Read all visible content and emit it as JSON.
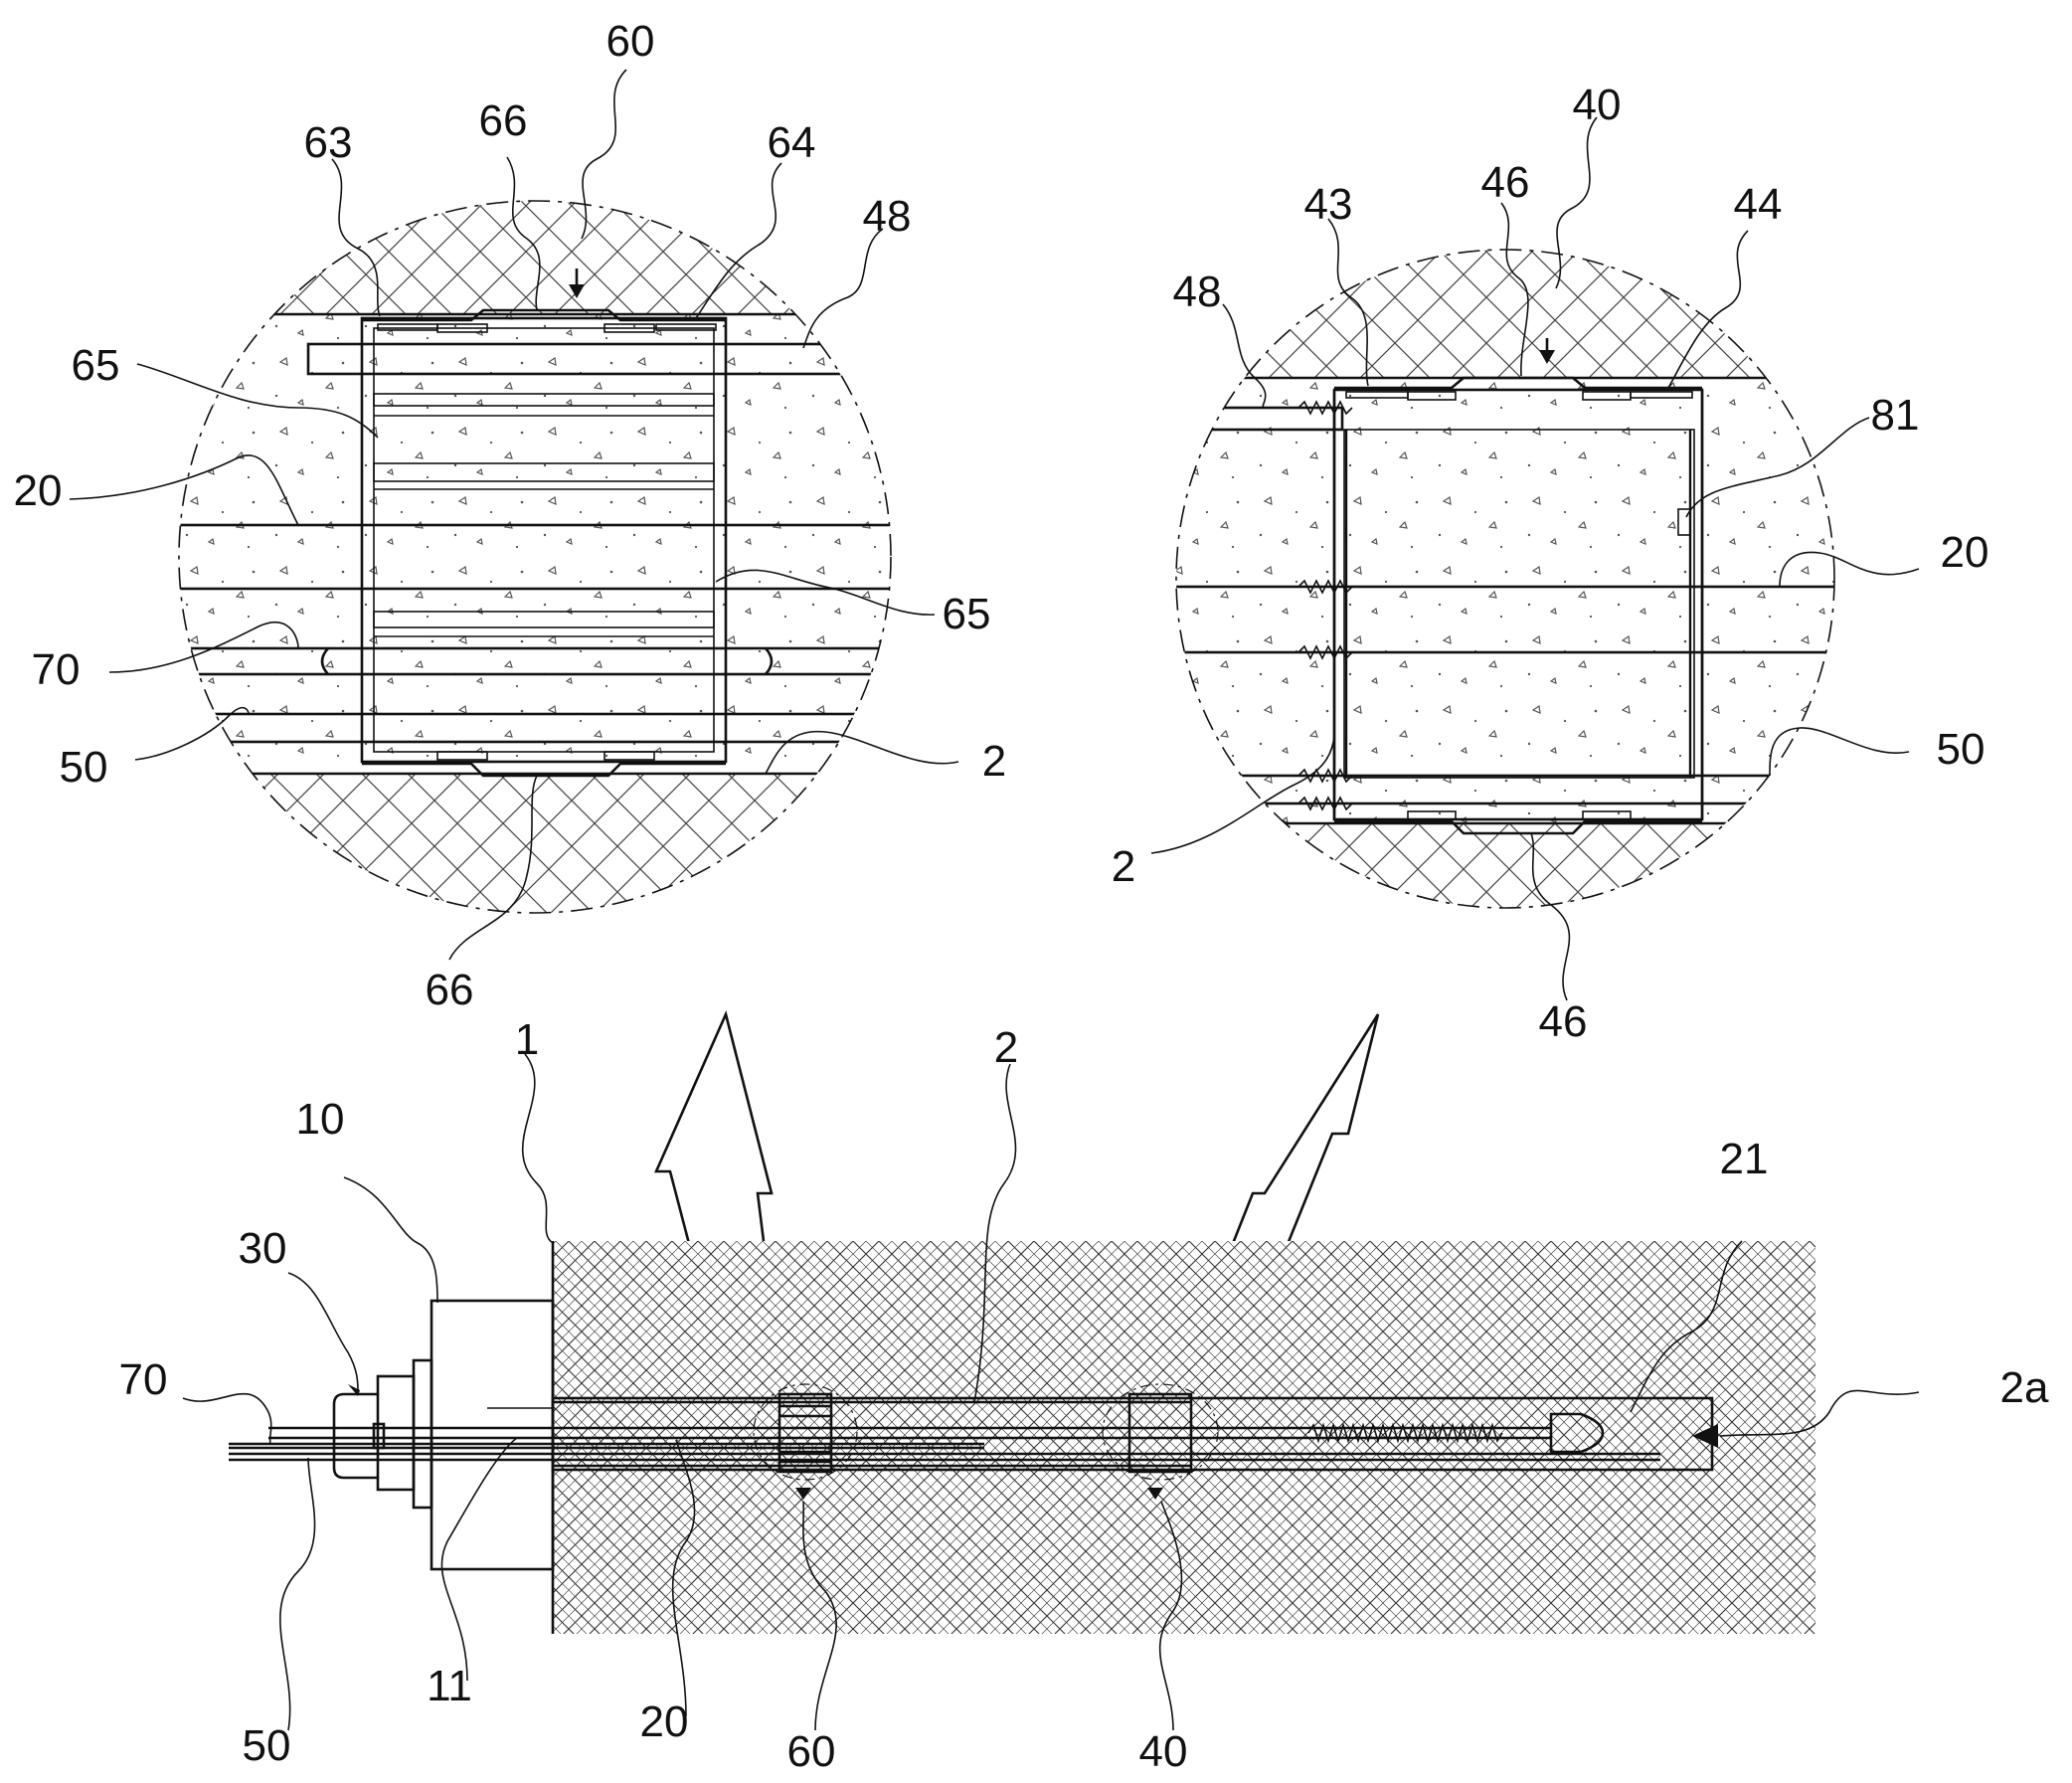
{
  "colors": {
    "ink": "#111111",
    "ground_hatch": "#333333",
    "grout_speckle": "#555555",
    "paper": "#ffffff"
  },
  "labels": {
    "left_detail": {
      "n60": "60",
      "n63": "63",
      "n66_top": "66",
      "n64": "64",
      "n48": "48",
      "n65_left": "65",
      "n20": "20",
      "n65_right": "65",
      "n70": "70",
      "n50": "50",
      "n2": "2",
      "n66_bottom": "66"
    },
    "right_detail": {
      "n40": "40",
      "n43": "43",
      "n46_top": "46",
      "n44": "44",
      "n48": "48",
      "n81": "81",
      "n20": "20",
      "n50": "50",
      "n2": "2",
      "n46_bottom": "46"
    },
    "main_view": {
      "n1": "1",
      "n2": "2",
      "n10": "10",
      "n30": "30",
      "n21": "21",
      "n70": "70",
      "n2a": "2a",
      "n11": "11",
      "n20": "20",
      "n50": "50",
      "n60": "60",
      "n40": "40"
    }
  }
}
